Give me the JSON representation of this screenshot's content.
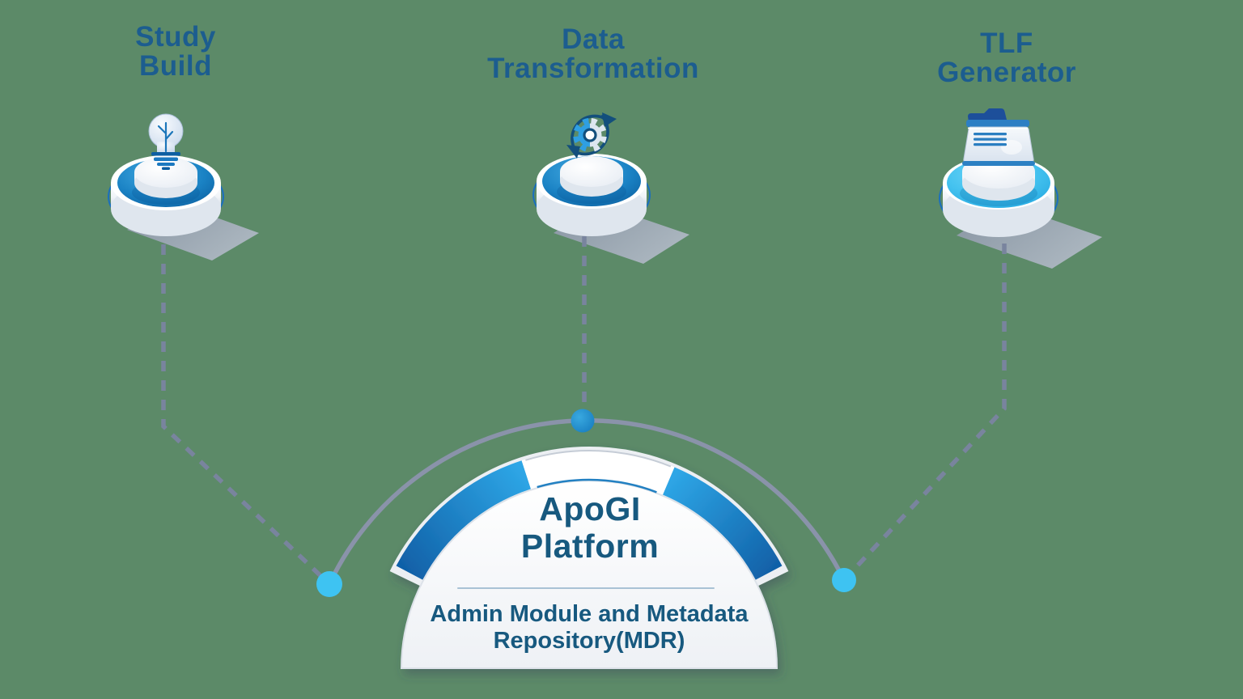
{
  "diagram": {
    "nodes": [
      {
        "id": "study-build",
        "label": "Study\nBuild",
        "icon": "lightbulb-icon"
      },
      {
        "id": "data-transformation",
        "label": "Data\nTransformation",
        "icon": "gear-sync-icon"
      },
      {
        "id": "tlf-generator",
        "label": "TLF\nGenerator",
        "icon": "folder-icon"
      }
    ],
    "platform": {
      "title": "ApoGI\nPlatform",
      "subtitle": "Admin Module and Metadata\nRepository(MDR)"
    },
    "colors": {
      "background": "#5c8a68",
      "heading_text": "#1c5d8f",
      "dome_text": "#17597f",
      "connector_dash_gray": "#79849e",
      "arc_gray": "#8a93aa",
      "dot_cyan": "#3ec3f2",
      "dot_blue": "#1f88c9",
      "band_blue": "#1e7fc4",
      "pedestal_blue": "#1a82c4",
      "pedestal_cyan": "#44c2ef"
    }
  }
}
